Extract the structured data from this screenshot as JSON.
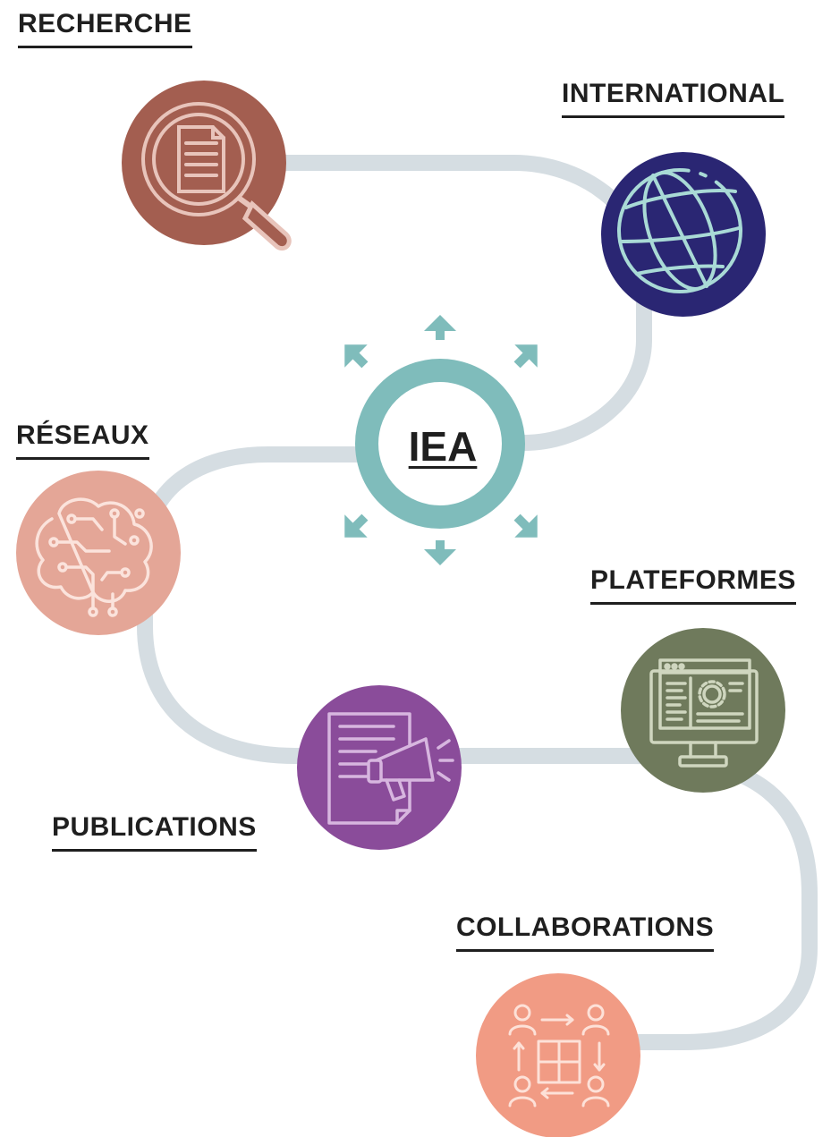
{
  "center": {
    "label": "IEA"
  },
  "nodes": [
    {
      "id": "recherche",
      "label": "RECHERCHE",
      "color": "#a35e50",
      "icon": "magnifier-document-icon"
    },
    {
      "id": "international",
      "label": "INTERNATIONAL",
      "color": "#2a2673",
      "icon": "globe-icon"
    },
    {
      "id": "reseaux",
      "label": "RÉSEAUX",
      "color": "#e4a697",
      "icon": "brain-circuit-icon"
    },
    {
      "id": "plateformes",
      "label": "PLATEFORMES",
      "color": "#6f7a5c",
      "icon": "computer-settings-icon"
    },
    {
      "id": "publications",
      "label": "PUBLICATIONS",
      "color": "#8a4c9a",
      "icon": "document-megaphone-icon"
    },
    {
      "id": "collaborations",
      "label": "COLLABORATIONS",
      "color": "#f19b84",
      "icon": "people-puzzle-icon"
    }
  ],
  "colors": {
    "path": "#d5dde2",
    "accent": "#7fbcbb",
    "text": "#1f1f1f"
  }
}
